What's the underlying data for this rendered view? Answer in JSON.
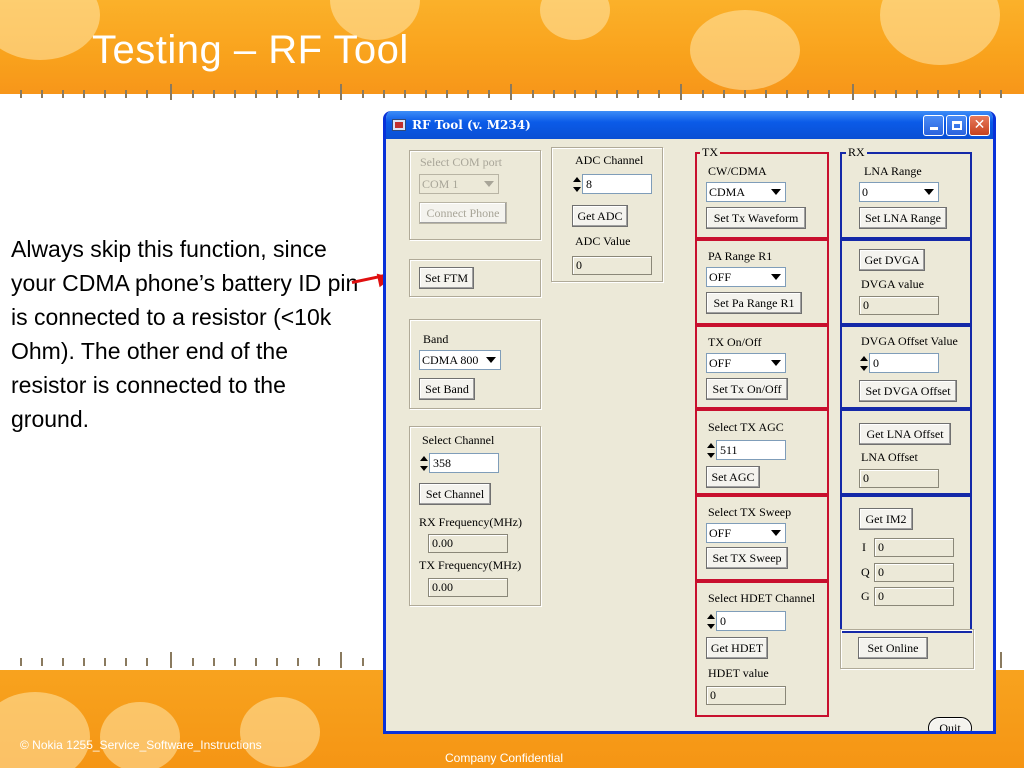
{
  "slide": {
    "title": "Testing – RF Tool",
    "body": "Always skip this function, since your CDMA phone’s battery ID pin is connected to a resistor (<10k Ohm). The other end of the resistor is connected to the ground.",
    "footer_left": "© Nokia  1255_Service_Software_Instructions",
    "footer_center": "Company Confidential",
    "colors": {
      "band": "#f9a21c",
      "title_text": "#ffffff",
      "arrow": "#e01010"
    }
  },
  "window": {
    "title": "RF Tool (v. M234)",
    "controls": {
      "close": "✕"
    },
    "left": {
      "com": {
        "label": "Select COM port",
        "value": "COM 1",
        "connect_label": "Connect Phone"
      },
      "ftm": {
        "button": "Set FTM"
      },
      "band": {
        "label": "Band",
        "value": "CDMA 800",
        "button": "Set Band"
      },
      "channel": {
        "label": "Select Channel",
        "value": "358",
        "button": "Set Channel",
        "rx_label": "RX Frequency(MHz)",
        "rx_value": "0.00",
        "tx_label": "TX Frequency(MHz)",
        "tx_value": "0.00"
      }
    },
    "adc": {
      "label": "ADC Channel",
      "value": "8",
      "button": "Get ADC",
      "value_label": "ADC Value",
      "result": "0"
    },
    "tx": {
      "caption": "TX",
      "cw_label": "CW/CDMA",
      "cw_value": "CDMA",
      "cw_button": "Set Tx Waveform",
      "pa_label": "PA Range R1",
      "pa_value": "OFF",
      "pa_button": "Set Pa Range R1",
      "onoff_label": "TX On/Off",
      "onoff_value": "OFF",
      "onoff_button": "Set Tx On/Off",
      "agc_label": "Select TX AGC",
      "agc_value": "511",
      "agc_button": "Set AGC",
      "sweep_label": "Select TX Sweep",
      "sweep_value": "OFF",
      "sweep_button": "Set TX Sweep",
      "hdet_label": "Select HDET Channel",
      "hdet_value": "0",
      "hdet_button": "Get HDET",
      "hdet_value_label": "HDET value",
      "hdet_result": "0"
    },
    "rx": {
      "caption": "RX",
      "lna_label": "LNA Range",
      "lna_value": "0",
      "lna_button": "Set LNA Range",
      "dvga_button": "Get DVGA",
      "dvga_label": "DVGA value",
      "dvga_result": "0",
      "dvga_offset_label": "DVGA Offset Value",
      "dvga_offset_value": "0",
      "dvga_offset_button": "Set DVGA Offset",
      "lna_offset_button": "Get LNA Offset",
      "lna_offset_label": "LNA Offset",
      "lna_offset_result": "0",
      "im2_button": "Get IM2",
      "i_label": "I",
      "i_value": "0",
      "q_label": "Q",
      "q_value": "0",
      "g_label": "G",
      "g_value": "0"
    },
    "online_button": "Set Online",
    "quit_button": "Quit",
    "colors": {
      "titlebar": "#0b5be8",
      "tx_frame": "#c8102e",
      "rx_frame": "#1428a8",
      "client": "#ece9d8"
    }
  }
}
